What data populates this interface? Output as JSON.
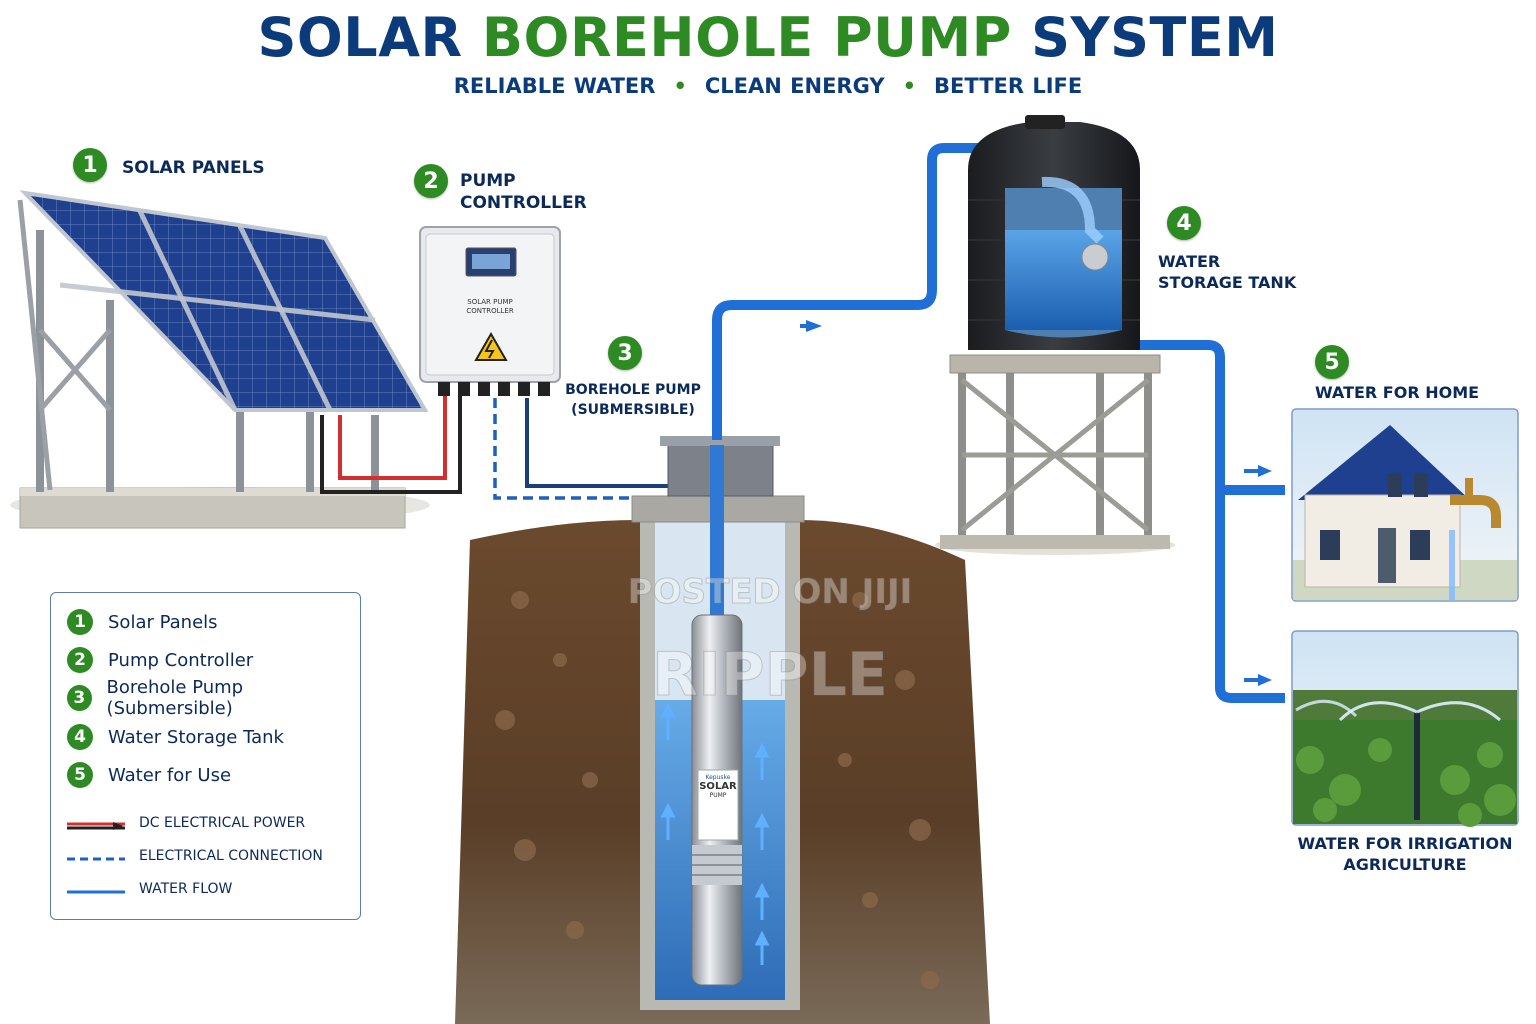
{
  "header": {
    "title_part1": "SOLAR ",
    "title_part2": "BOREHOLE PUMP",
    "title_part3": " SYSTEM",
    "tagline_1": "RELIABLE WATER",
    "tagline_2": "CLEAN ENERGY",
    "tagline_3": "BETTER LIFE",
    "separator": "•"
  },
  "steps": [
    {
      "number": "1",
      "label": "SOLAR PANELS"
    },
    {
      "number": "2",
      "label_line1": "PUMP",
      "label_line2": "CONTROLLER"
    },
    {
      "number": "3",
      "label_line1": "BOREHOLE PUMP",
      "label_line2": "(SUBMERSIBLE)"
    },
    {
      "number": "4",
      "label_line1": "WATER",
      "label_line2": "STORAGE TANK"
    },
    {
      "number": "5",
      "label": "WATER FOR HOME"
    }
  ],
  "irrigation_label": {
    "line1": "WATER FOR IRRIGATION",
    "line2": "AGRICULTURE"
  },
  "controller_box": {
    "line1": "SOLAR PUMP",
    "line2": "CONTROLLER"
  },
  "pump_label": {
    "brand": "Kepuske",
    "line1": "SOLAR",
    "line2": "PUMP"
  },
  "legend": {
    "items": [
      {
        "number": "1",
        "text": "Solar Panels"
      },
      {
        "number": "2",
        "text": "Pump Controller"
      },
      {
        "number": "3",
        "text": "Borehole Pump (Submersible)"
      },
      {
        "number": "4",
        "text": "Water Storage Tank"
      },
      {
        "number": "5",
        "text": "Water for Use"
      }
    ],
    "lines": [
      {
        "text": "DC ELECTRICAL POWER"
      },
      {
        "text": "ELECTRICAL CONNECTION"
      },
      {
        "text": "WATER FLOW"
      }
    ]
  },
  "watermark": {
    "line1": "POSTED ON JIJI",
    "line2": "RIPPLE"
  },
  "colors": {
    "brand_blue": "#0b3b7a",
    "brand_green": "#2e8b23",
    "pipe_blue": "#1f6fd6",
    "dc_red": "#d32f2f",
    "dc_black": "#222222"
  }
}
